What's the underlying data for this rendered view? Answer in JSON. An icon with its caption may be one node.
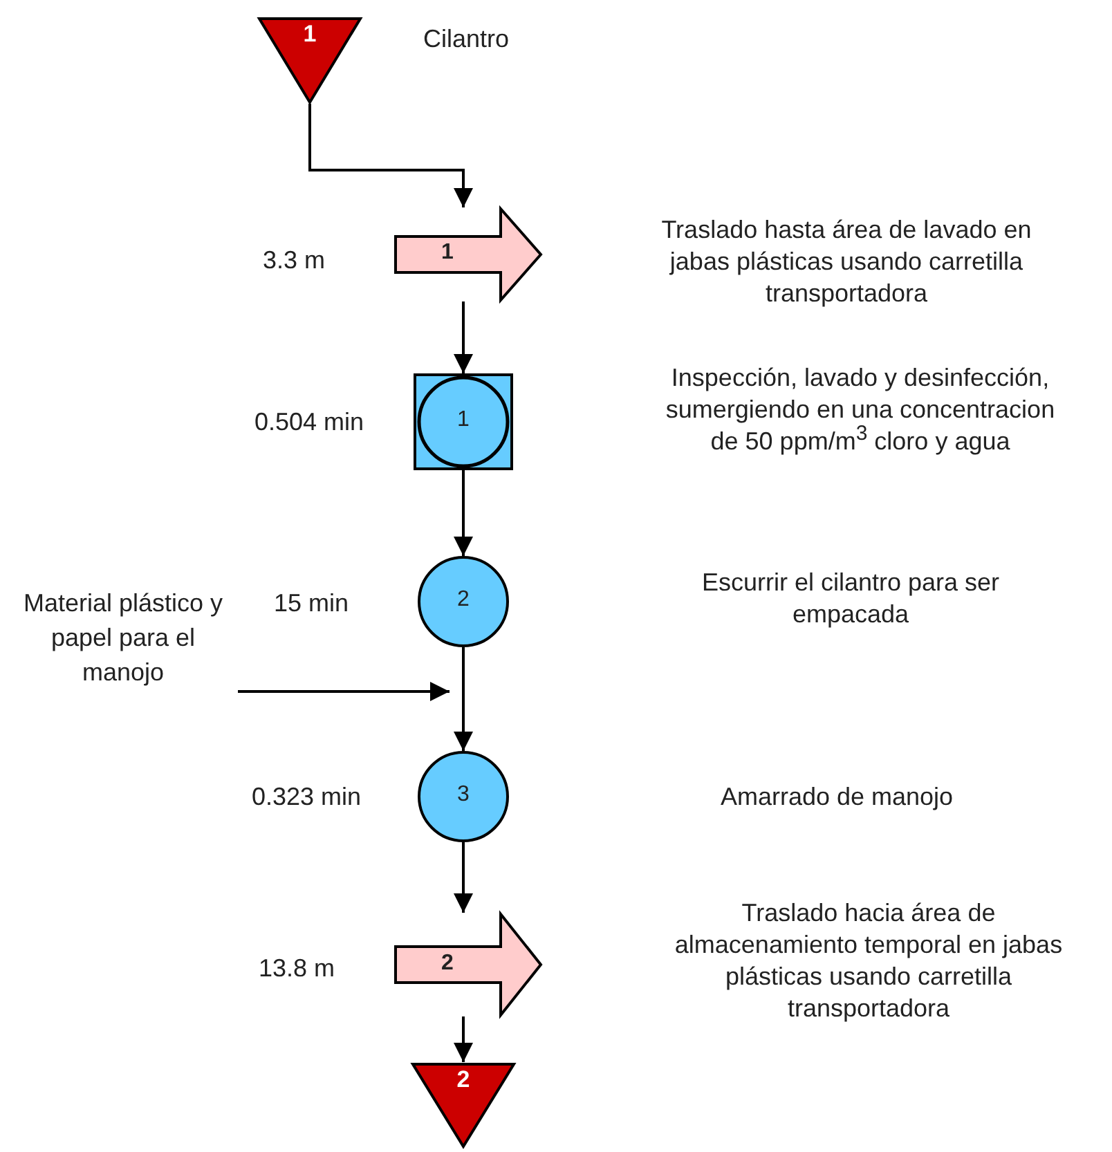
{
  "diagram": {
    "nodes": [
      {
        "text": [
          "1"
        ],
        "beside": [
          "Cilantro"
        ]
      },
      {
        "text": [
          "1"
        ],
        "beside": [
          "3.3 m"
        ]
      },
      {
        "text": [
          "1"
        ],
        "beside": [
          "0.504 min"
        ]
      },
      {
        "text": [
          "2"
        ],
        "beside": [
          "15 min"
        ]
      },
      {
        "text": [
          "3"
        ],
        "beside": [
          "0.323 min"
        ]
      },
      {
        "text": [
          "2"
        ],
        "beside": [
          "13.8 m"
        ]
      },
      {
        "text": [
          "2"
        ]
      },
      {
        "text": [
          "Material plástico y papel para el manojo"
        ]
      }
    ],
    "edges": [
      {
        "from": 0,
        "to": 1,
        "arrow": "to"
      },
      {
        "from": 1,
        "to": 2,
        "arrow": "to"
      },
      {
        "from": 2,
        "to": 3,
        "arrow": "to"
      },
      {
        "from": 3,
        "to": 4,
        "arrow": "to"
      },
      {
        "from": 4,
        "to": 5,
        "arrow": "to"
      },
      {
        "from": 5,
        "to": 6,
        "arrow": "to"
      },
      {
        "from": 7,
        "to": null,
        "arrow": "to"
      }
    ],
    "labels": [
      "Traslado hasta área de lavado en jabas plásticas usando carretilla transportadora",
      "Inspección, lavado y desinfección, sumergiendo en una concentracion de 50 ppm/m$^{3}$ cloro y agua",
      "Escurrir el cilantro para ser empacada",
      "Amarrado de manojo",
      "Traslado hacia área de almacenamiento temporal en jabas plásticas usando carretilla transportadora"
    ]
  }
}
